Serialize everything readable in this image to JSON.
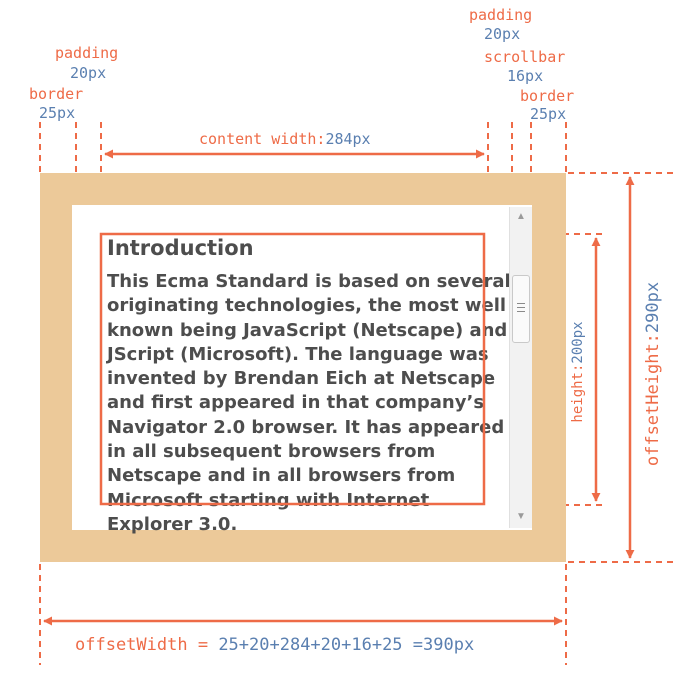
{
  "labels": {
    "padding_left": {
      "name": "padding",
      "value": "20px"
    },
    "border_left": {
      "name": "border",
      "value": "25px"
    },
    "padding_right": {
      "name": "padding",
      "value": "20px"
    },
    "scrollbar": {
      "name": "scrollbar",
      "value": "16px"
    },
    "border_right": {
      "name": "border",
      "value": "25px"
    },
    "content_width": {
      "name": "content width",
      "sep": ":",
      "value": "284px"
    },
    "height": {
      "name": "height",
      "sep": ":",
      "value": "200px"
    },
    "offset_height": {
      "name": "offsetHeight",
      "sep": ":",
      "value": "290px"
    },
    "offset_width": {
      "name": "offsetWidth",
      "eq": " = ",
      "formula": "25+20+284+20+16+25",
      "result": " =390px"
    }
  },
  "content": {
    "title": "Introduction",
    "body": "This Ecma Standard is based on several originating technologies, the most well known being JavaScript (Netscape) and JScript (Microsoft). The language was invented by Brendan Eich at Netscape and first appeared in that company’s Navigator 2.0 browser. It has appeared in all subsequent browsers from Netscape and in all browsers from Microsoft starting with Internet Explorer 3.0."
  },
  "scrollbar": {
    "up_icon": "triangle-up",
    "down_icon": "triangle-down",
    "grip_icon": "grip-lines"
  },
  "colors": {
    "annotation": "#EE6B47",
    "value": "#5A7FB0",
    "border": "#ECC999",
    "text": "#4D4D4D"
  }
}
